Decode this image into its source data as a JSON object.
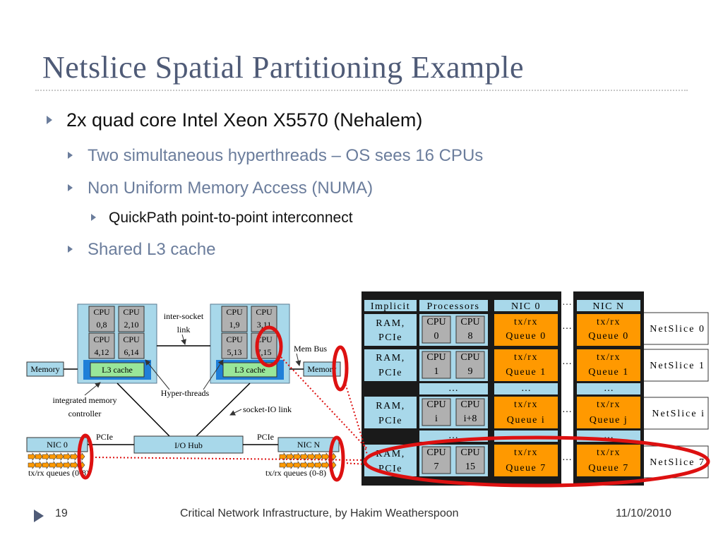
{
  "slide": {
    "title": "Netslice Spatial Partitioning Example",
    "bullets": {
      "b1": "2x quad core Intel Xeon X5570 (Nehalem)",
      "b2": "Two simultaneous hyperthreads – OS sees 16 CPUs",
      "b3": "Non Uniform Memory Access (NUMA)",
      "b4": "QuickPath point-to-point interconnect",
      "b5": "Shared L3 cache"
    },
    "footer": {
      "page": "19",
      "center": "Critical Network Infrastructure, by Hakim Weatherspoon",
      "date": "11/10/2010"
    }
  },
  "left_diagram": {
    "socket0_cpus": [
      {
        "l1": "CPU",
        "l2": "0,8"
      },
      {
        "l1": "CPU",
        "l2": "2,10"
      },
      {
        "l1": "CPU",
        "l2": "4,12"
      },
      {
        "l1": "CPU",
        "l2": "6,14"
      }
    ],
    "socket1_cpus": [
      {
        "l1": "CPU",
        "l2": "1,9"
      },
      {
        "l1": "CPU",
        "l2": "3,11"
      },
      {
        "l1": "CPU",
        "l2": "5,13"
      },
      {
        "l1": "CPU",
        "l2": "7,15"
      }
    ],
    "l3_cache": "L3 cache",
    "memory": "Memory",
    "inter_socket_1": "inter-socket",
    "inter_socket_2": "link",
    "mem_bus": "Mem Bus",
    "hyper_threads": "Hyper-threads",
    "integrated_mem_1": "integrated memory",
    "integrated_mem_2": "controller",
    "socket_io": "socket-IO link",
    "pcie": "PCIe",
    "io_hub": "I/O Hub",
    "nic0": "NIC 0",
    "nicN": "NIC N",
    "queues_left": "tx/rx queues (0-8)",
    "queues_right": "tx/rx queues (0-8)"
  },
  "right_diagram": {
    "header_implicit": "Implicit",
    "header_processors": "Processors",
    "header_nic0": "NIC 0",
    "header_nicN": "NIC N",
    "ellipsis": "…",
    "rows": [
      {
        "ram1": "RAM,",
        "ram2": "PCIe",
        "cpuA1": "CPU",
        "cpuA2": "0",
        "cpuB1": "CPU",
        "cpuB2": "8",
        "q1": "tx/rx",
        "q2": "Queue 0",
        "qn1": "tx/rx",
        "qn2": "Queue 0",
        "slice": "NetSlice 0"
      },
      {
        "ram1": "RAM,",
        "ram2": "PCIe",
        "cpuA1": "CPU",
        "cpuA2": "1",
        "cpuB1": "CPU",
        "cpuB2": "9",
        "q1": "tx/rx",
        "q2": "Queue 1",
        "qn1": "tx/rx",
        "qn2": "Queue 1",
        "slice": "NetSlice 1"
      },
      {
        "ram1": "RAM,",
        "ram2": "PCIe",
        "cpuA1": "CPU",
        "cpuA2": "i",
        "cpuB1": "CPU",
        "cpuB2": "i+8",
        "q1": "tx/rx",
        "q2": "Queue i",
        "qn1": "tx/rx",
        "qn2": "Queue j",
        "slice": "NetSlice i"
      },
      {
        "ram1": "RAM,",
        "ram2": "PCIe",
        "cpuA1": "CPU",
        "cpuA2": "7",
        "cpuB1": "CPU",
        "cpuB2": "15",
        "q1": "tx/rx",
        "q2": "Queue 7",
        "qn1": "tx/rx",
        "qn2": "Queue 7",
        "slice": "NetSlice 7"
      }
    ]
  },
  "colors": {
    "title": "#4f5b77",
    "socket_blue": "#a8d8ea",
    "socket_inner": "#1f7fd8",
    "cache_green": "#99e699",
    "io_blue": "#a8d8ea",
    "queue_orange": "#ff9900",
    "dark_panel": "#1a1a1a",
    "highlight_red": "#dd1111"
  }
}
